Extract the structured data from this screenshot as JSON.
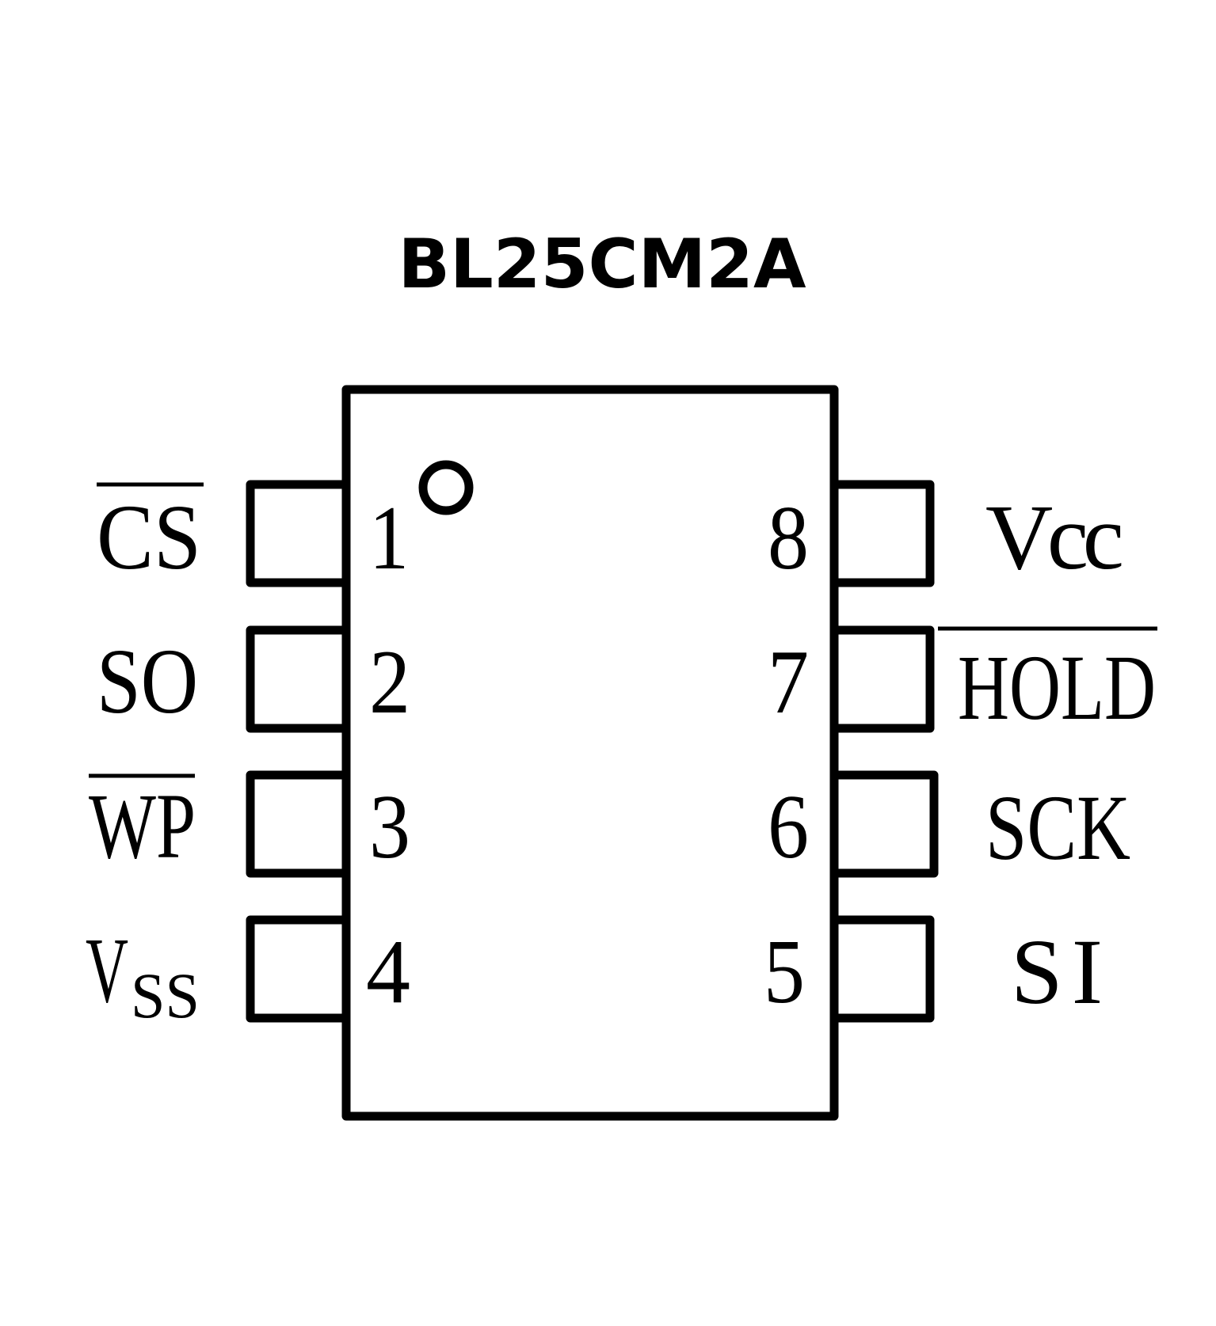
{
  "title": "BL25CM2A",
  "pins_left": [
    {
      "number": "1",
      "name": "CS",
      "active_low": true
    },
    {
      "number": "2",
      "name": "SO",
      "active_low": false
    },
    {
      "number": "3",
      "name": "WP",
      "active_low": true
    },
    {
      "number": "4",
      "name": "V",
      "subscript": "SS",
      "active_low": false
    }
  ],
  "pins_right": [
    {
      "number": "8",
      "name": "Vcc",
      "active_low": false
    },
    {
      "number": "7",
      "name": "HOLD",
      "active_low": true
    },
    {
      "number": "6",
      "name": "SCK",
      "active_low": false
    },
    {
      "number": "5",
      "name": "SI",
      "active_low": false
    }
  ]
}
